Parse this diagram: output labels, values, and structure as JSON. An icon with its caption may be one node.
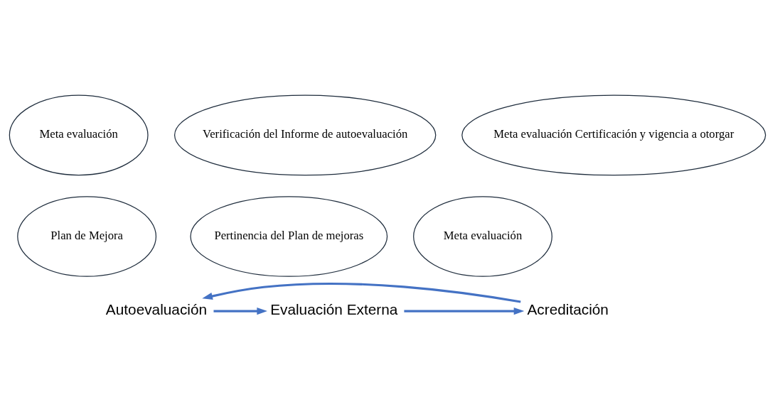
{
  "diagram": {
    "nodes": [
      {
        "text": [
          "Meta evaluación"
        ]
      },
      {
        "text": [
          "Plan de Mejora"
        ]
      },
      {
        "text": [
          "Verificación del Informe de autoevaluación"
        ]
      },
      {
        "text": [
          "Pertinencia del Plan de mejoras"
        ]
      },
      {
        "text": [
          "Meta evaluación"
        ]
      },
      {
        "text": [
          "Meta evaluación Certificación y vigencia a otorgar"
        ]
      },
      {
        "text": [
          "Autoevaluación"
        ]
      },
      {
        "text": [
          "Evaluación Externa"
        ]
      },
      {
        "text": [
          "Acreditación"
        ]
      }
    ],
    "edges": [
      {
        "from": 6,
        "to": 7,
        "arrow": "to"
      },
      {
        "from": 7,
        "to": 8,
        "arrow": "to"
      },
      {
        "from": 8,
        "to": 6,
        "arrow": "to"
      }
    ]
  }
}
